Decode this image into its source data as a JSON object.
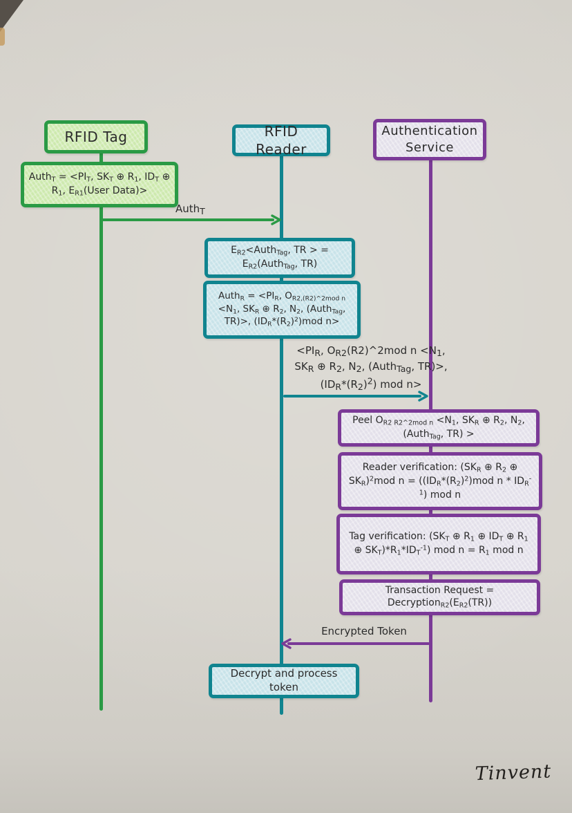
{
  "colors": {
    "paper": "#d8d5ce",
    "ink": "#2b2b2b",
    "tag_green": "#2a9a45",
    "tag_fill": "#cde9ae",
    "reader_teal": "#10848f",
    "reader_fill": "#c8e3e9",
    "service_purple": "#7b3a97",
    "service_fill": "#e3e0ea"
  },
  "actors": {
    "tag": "RFID Tag",
    "reader": "RFID Reader",
    "service": "Authentication Service"
  },
  "tag": {
    "auth_note": "Auth_{T} = <PI_{T}, SK_{T} ⊕ R_{1}, ID_{T} ⊕ R_{1}, E_{R1}(User Data)>"
  },
  "messages": {
    "auth_t": "Auth_{T}",
    "reader_to_service": "<PI_{R}, O_{R2}(R2)^2mod n <N_{1}, SK_{R} ⊕ R_{2}, N_{2}, (Auth_{Tag}, TR)>, (ID_{R}*(R_{2})^{2}) mod n>",
    "encrypted_token": "Encrypted Token"
  },
  "reader": {
    "encrypt_step": "E_{R2}<Auth_{Tag}, TR > = E_{R2}(Auth_{Tag}, TR)",
    "auth_r_step": "Auth_{R} = <PI_{R}, O_{R2,(R2)^2mod n} <N_{1}, SK_{R} ⊕ R_{2}, N_{2}, (Auth_{Tag}, TR)>, (ID_{R}*(R_{2})^{2})mod n>",
    "decrypt_step": "Decrypt and process token"
  },
  "service": {
    "peel_step": "Peel O_{R2 R2^2mod n} <N_{1}, SK_{R} ⊕ R_{2}, N_{2}, (Auth_{Tag}, TR) >",
    "reader_verification": "Reader verification: (SK_{R} ⊕ R_{2} ⊕ SK_{R})^{2}mod n = ((ID_{R}*(R_{2})^{2})mod n * ID_{R}^{-1}) mod n",
    "tag_verification": "Tag verification: (SK_{T} ⊕ R_{1} ⊕ ID_{T} ⊕ R_{1} ⊕ SK_{T})*R_{1}*ID_{T}^{-1}) mod n = R_{1} mod n",
    "transaction_request": "Transaction Request = Decryption_{R2}(E_{R2}(TR))"
  },
  "signature": "Tinvent"
}
